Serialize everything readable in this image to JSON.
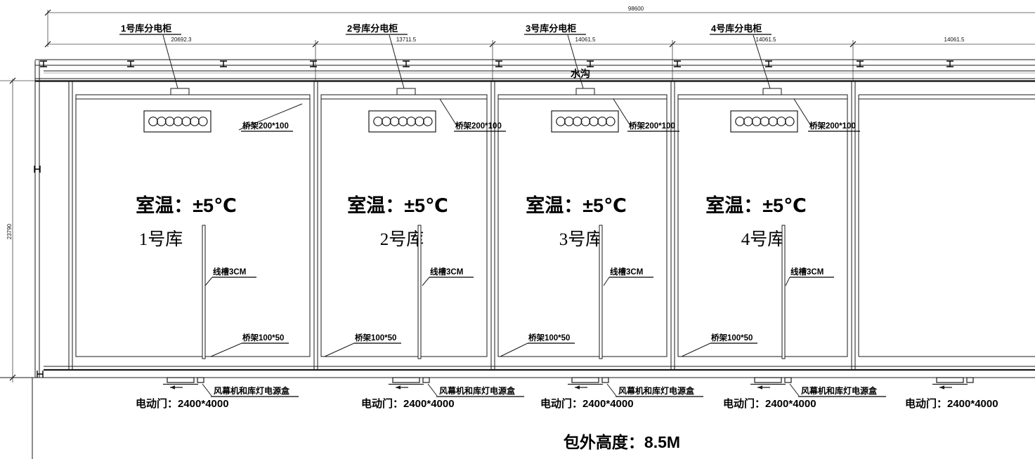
{
  "drawing": {
    "total_width_dim": "98600",
    "vertical_dim": "23790",
    "water_ditch_label": "水沟",
    "exterior_height_label": "包外高度：8.5M",
    "line_color": "#000000",
    "background_color": "#ffffff"
  },
  "rooms": [
    {
      "cabinet_label": "1号库分电柜",
      "width_dim": "20692.3",
      "tray_top_label": "桥架200*100",
      "temp_label": "室温：±5℃",
      "name": "1号库",
      "duct_label": "线槽3CM",
      "tray_bottom_label": "桥架100*50",
      "fan_box_label": "风幕机和库灯电源盒",
      "door_label": "电动门：2400*4000"
    },
    {
      "cabinet_label": "2号库分电柜",
      "width_dim": "13711.5",
      "tray_top_label": "桥架200*100",
      "temp_label": "室温：±5℃",
      "name": "2号库",
      "duct_label": "线槽3CM",
      "tray_bottom_label": "桥架100*50",
      "fan_box_label": "风幕机和库灯电源盒",
      "door_label": "电动门：2400*4000"
    },
    {
      "cabinet_label": "3号库分电柜",
      "width_dim": "14061.5",
      "tray_top_label": "桥架200*100",
      "temp_label": "室温：±5℃",
      "name": "3号库",
      "duct_label": "线槽3CM",
      "tray_bottom_label": "桥架100*50",
      "fan_box_label": "风幕机和库灯电源盒",
      "door_label": "电动门：2400*4000"
    },
    {
      "cabinet_label": "4号库分电柜",
      "width_dim": "14061.5",
      "tray_top_label": "桥架200*100",
      "temp_label": "室温：±5℃",
      "name": "4号库",
      "duct_label": "线槽3CM",
      "tray_bottom_label": "桥架100*50",
      "fan_box_label": "风幕机和库灯电源盒",
      "door_label": "电动门：2400*4000"
    }
  ],
  "bay5": {
    "width_dim": "14061.5",
    "door_label": "电动门：2400*4000"
  }
}
